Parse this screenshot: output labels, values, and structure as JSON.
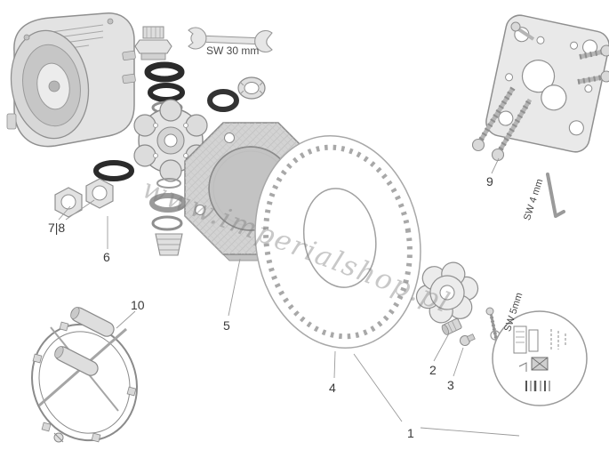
{
  "diagram": {
    "watermark": "www.imperialshop.pl",
    "tools": {
      "wrench": "SW 30 mm",
      "allen_key_4": "SW 4 mm",
      "allen_key_5": "SW 5mm"
    },
    "part_labels": {
      "p1": "1",
      "p2": "2",
      "p3": "3",
      "p4": "4",
      "p5": "5",
      "p6": "6",
      "p78": "7|8",
      "p9": "9",
      "p10": "10"
    },
    "colors": {
      "line": "#8f8f8f",
      "fill_light": "#e6e6e6",
      "seal_dark": "#2b2b2b",
      "label_text": "#3a3a3a",
      "watermark_grey": "#9c9c9c"
    }
  }
}
